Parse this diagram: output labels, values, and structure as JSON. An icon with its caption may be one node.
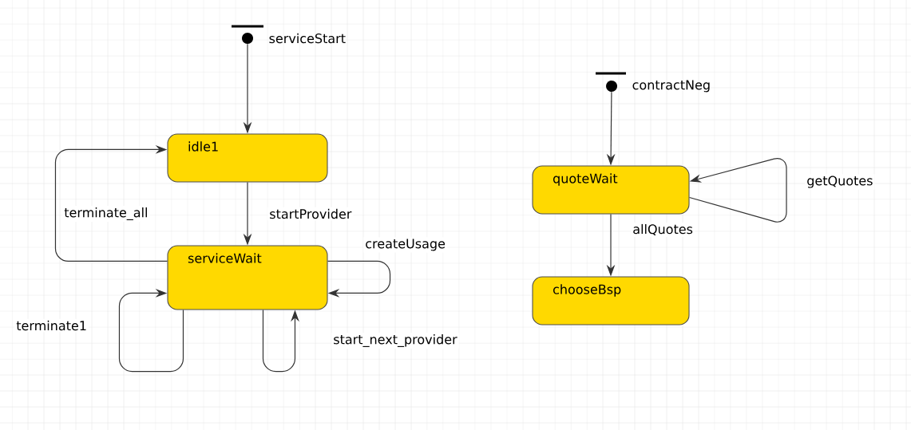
{
  "diagram": {
    "nodes": [
      {
        "text": [],
        "shape": "circle",
        "beside": [
          "serviceStart"
        ]
      },
      {
        "text": [
          "idle1"
        ]
      },
      {
        "text": [
          "serviceWait"
        ]
      },
      {
        "text": [],
        "shape": "circle",
        "beside": [
          "contractNeg"
        ]
      },
      {
        "text": [
          "quoteWait"
        ]
      },
      {
        "text": [
          "chooseBsp"
        ]
      }
    ],
    "edges": [
      {
        "from": 0,
        "to": 1,
        "arrow": "to"
      },
      {
        "from": 1,
        "to": 2,
        "arrow": "to",
        "label": "startProvider"
      },
      {
        "from": 2,
        "to": 1,
        "arrow": "to",
        "label": "terminate_all"
      },
      {
        "from": 2,
        "to": 2,
        "arrow": "to",
        "label": "createUsage"
      },
      {
        "from": 2,
        "to": 2,
        "arrow": "to",
        "label": "terminate1"
      },
      {
        "from": 2,
        "to": 2,
        "arrow": "to",
        "label": "start_next_provider"
      },
      {
        "from": 3,
        "to": 4,
        "arrow": "to"
      },
      {
        "from": 4,
        "to": 5,
        "arrow": "to",
        "label": "allQuotes"
      },
      {
        "from": 4,
        "to": 4,
        "arrow": "to",
        "label": "getQuotes"
      }
    ]
  }
}
